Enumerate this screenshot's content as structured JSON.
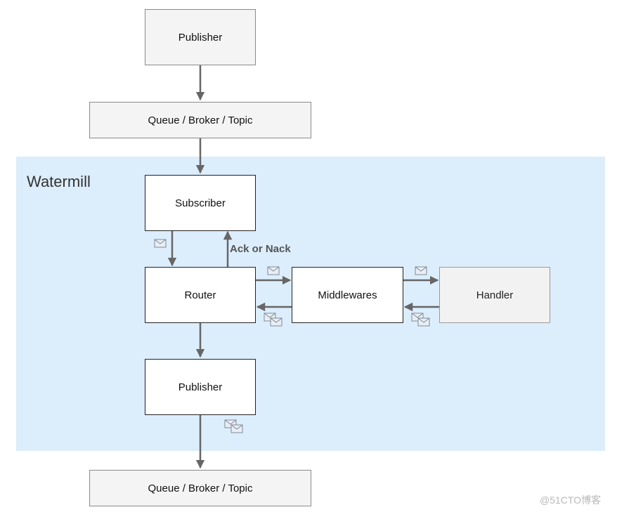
{
  "region": {
    "title": "Watermill"
  },
  "nodes": {
    "publisher_top": "Publisher",
    "queue_top": "Queue / Broker / Topic",
    "subscriber": "Subscriber",
    "router": "Router",
    "middlewares": "Middlewares",
    "handler": "Handler",
    "publisher_inner": "Publisher",
    "queue_bottom": "Queue / Broker / Topic"
  },
  "edge_labels": {
    "ack_or_nack": "Ack or Nack"
  },
  "watermark": "@51CTO博客",
  "icons": [
    "envelope-icon",
    "envelopes-icon"
  ],
  "colors": {
    "region_bg": "#dcedfc",
    "arrow": "#666666",
    "envelope": "#7f8a96"
  }
}
